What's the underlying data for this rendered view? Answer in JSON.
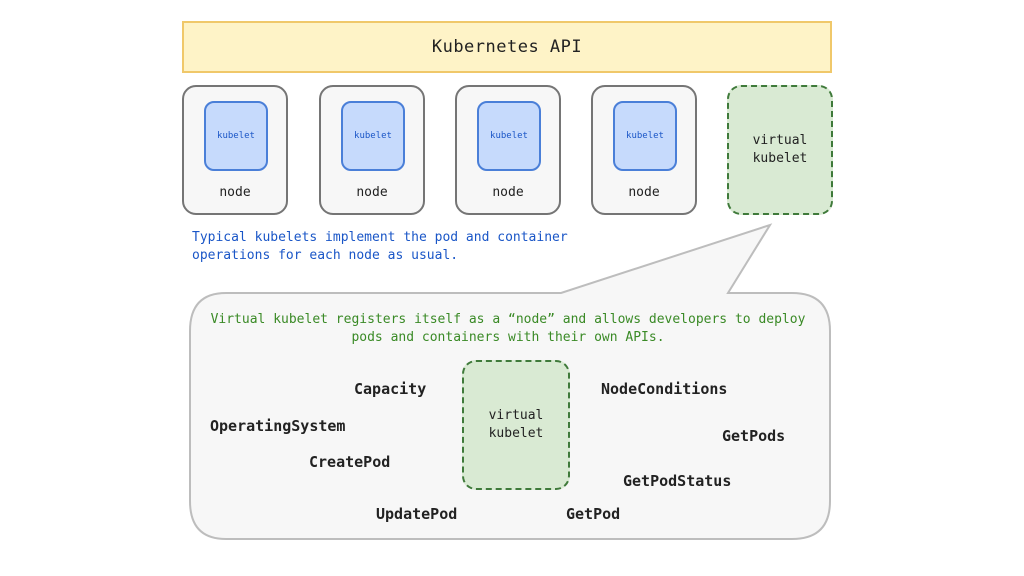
{
  "api": {
    "label": "Kubernetes API"
  },
  "nodes": [
    {
      "kubelet": "kubelet",
      "label": "node"
    },
    {
      "kubelet": "kubelet",
      "label": "node"
    },
    {
      "kubelet": "kubelet",
      "label": "node"
    },
    {
      "kubelet": "kubelet",
      "label": "node"
    }
  ],
  "virtual_node": {
    "label": "virtual\nkubelet"
  },
  "typical_note": "Typical kubelets implement the pod and container operations for each node as usual.",
  "callout": {
    "text": "Virtual kubelet registers itself as a “node” and allows developers to deploy pods and containers with their own APIs.",
    "center_label": "virtual\nkubelet",
    "operations": [
      "Capacity",
      "NodeConditions",
      "OperatingSystem",
      "GetPods",
      "CreatePod",
      "GetPodStatus",
      "UpdatePod",
      "GetPod"
    ]
  },
  "colors": {
    "api_fill": "#fef3c7",
    "api_border": "#f0c86a",
    "kubelet_fill": "#c6dafc",
    "kubelet_border": "#4a7fd8",
    "virtual_fill": "#d9ead3",
    "virtual_border": "#3f7a3a",
    "typical_text": "#1a56c7",
    "callout_text": "#3a8a26"
  }
}
